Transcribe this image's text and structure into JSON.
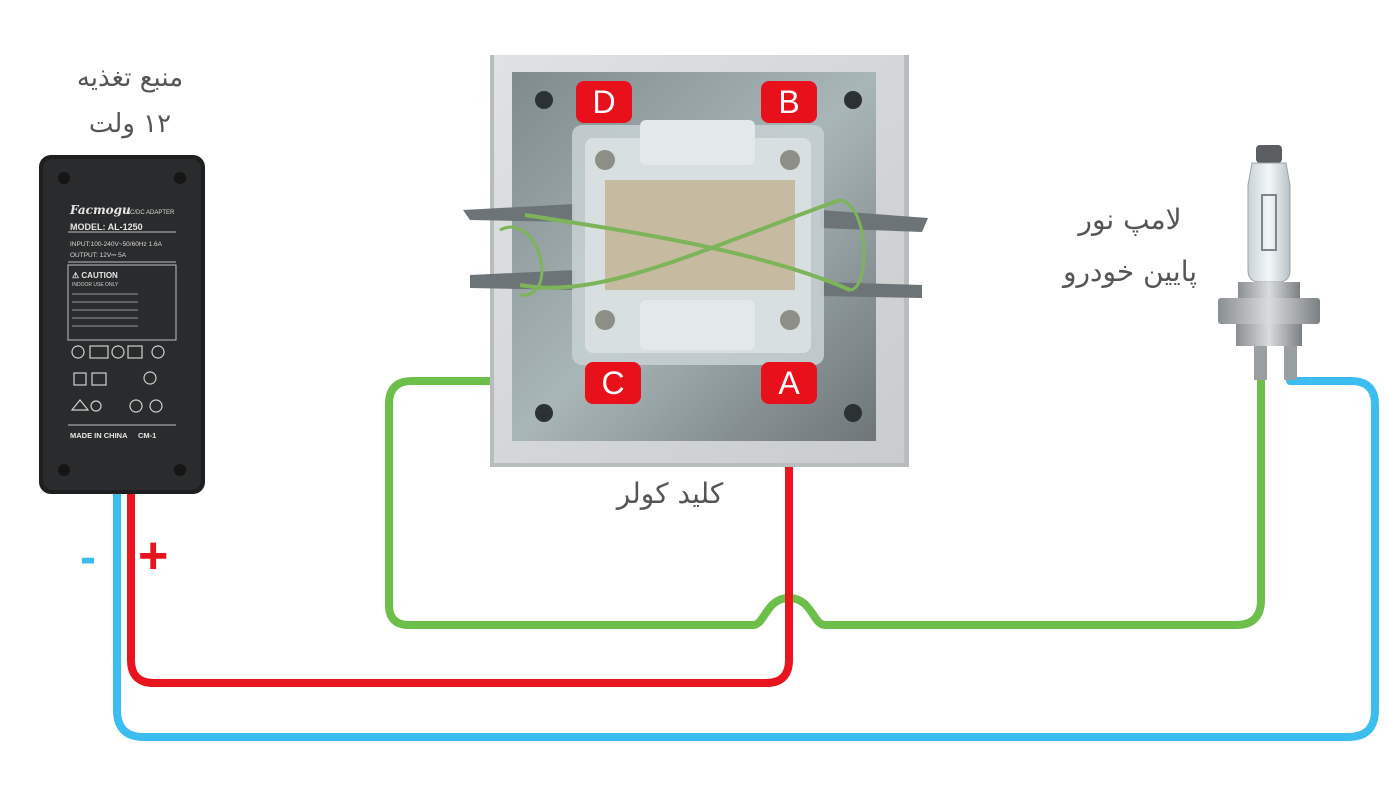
{
  "labels": {
    "power_supply": "منبع تغذیه",
    "power_supply_voltage": "۱۲ ولت",
    "switch": "کلید کولر",
    "lamp_line1": "لامپ نور",
    "lamp_line2": "پایین خودرو",
    "minus": "-",
    "plus": "+"
  },
  "terminals": {
    "a": "A",
    "b": "B",
    "c": "C",
    "d": "D"
  },
  "adapter": {
    "brand": "Facmogu",
    "type": "AC/DC ADAPTER",
    "model": "MODEL: AL-1250",
    "input": "INPUT:100-240V~50/60Hz 1.6A",
    "output": "OUTPUT: 12V⎓ 5A",
    "caution": "⚠ CAUTION",
    "indoor": "INDOOR USE ONLY",
    "made_in": "MADE IN CHINA",
    "code": "CM-1"
  },
  "colors": {
    "wire_red": "#e8151f",
    "wire_green": "#6cc04a",
    "wire_blue": "#3bbdf0",
    "terminal_bg": "#e8101a",
    "label_text": "#555555"
  }
}
